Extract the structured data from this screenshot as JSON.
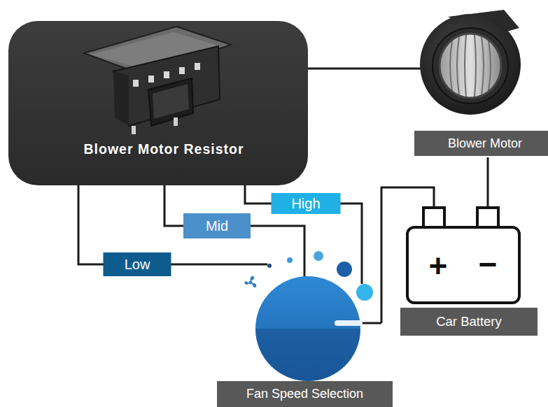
{
  "diagram": {
    "nodes": [
      {
        "text": [
          "Blower Motor Resistor"
        ]
      },
      {
        "text": [
          "Blower Motor"
        ]
      },
      {
        "text": [
          "Car Battery"
        ]
      },
      {
        "text": [
          "Fan Speed Selection"
        ]
      }
    ],
    "edges": [
      {
        "from": 0,
        "to": 1,
        "arrow": "none"
      },
      {
        "from": 0,
        "to": 3,
        "label": "Low",
        "arrow": "none"
      },
      {
        "from": 0,
        "to": 3,
        "label": "Mid",
        "arrow": "none"
      },
      {
        "from": 0,
        "to": 3,
        "label": "High",
        "arrow": "none"
      },
      {
        "from": 1,
        "to": 2,
        "arrow": "none"
      },
      {
        "from": 2,
        "to": 3,
        "arrow": "none"
      }
    ],
    "labels": [
      "+",
      "−"
    ]
  }
}
